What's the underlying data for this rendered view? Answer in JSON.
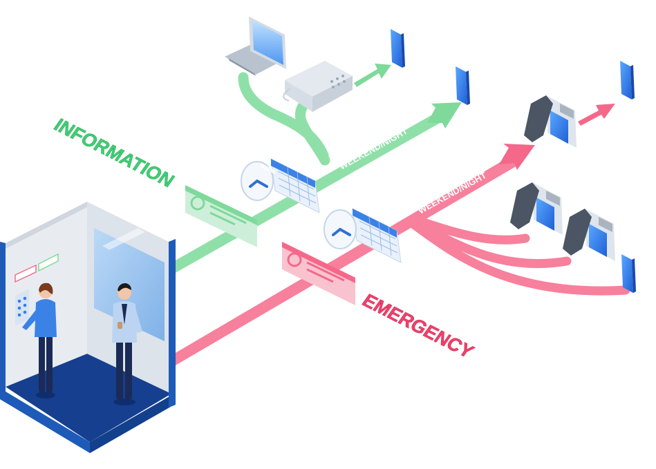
{
  "labels": {
    "information": "INFORMATION",
    "emergency": "EMERGENCY",
    "weekend_night_info": "WEEKEND/NIGHT",
    "weekend_night_emergency": "WEEKEND/NIGHT"
  },
  "colors": {
    "information": "#7fd99a",
    "information_text": "#3fcf73",
    "emergency": "#f4688a",
    "emergency_text": "#f0416c",
    "elevator_blue": "#1e5bb8",
    "device_blue": "#2f7df2"
  },
  "icons": [
    "elevator-cabin",
    "laptop-icon",
    "desk-phone-icon",
    "smartphone-icon",
    "calendar-clock-icon",
    "intercom-handset-icon"
  ]
}
